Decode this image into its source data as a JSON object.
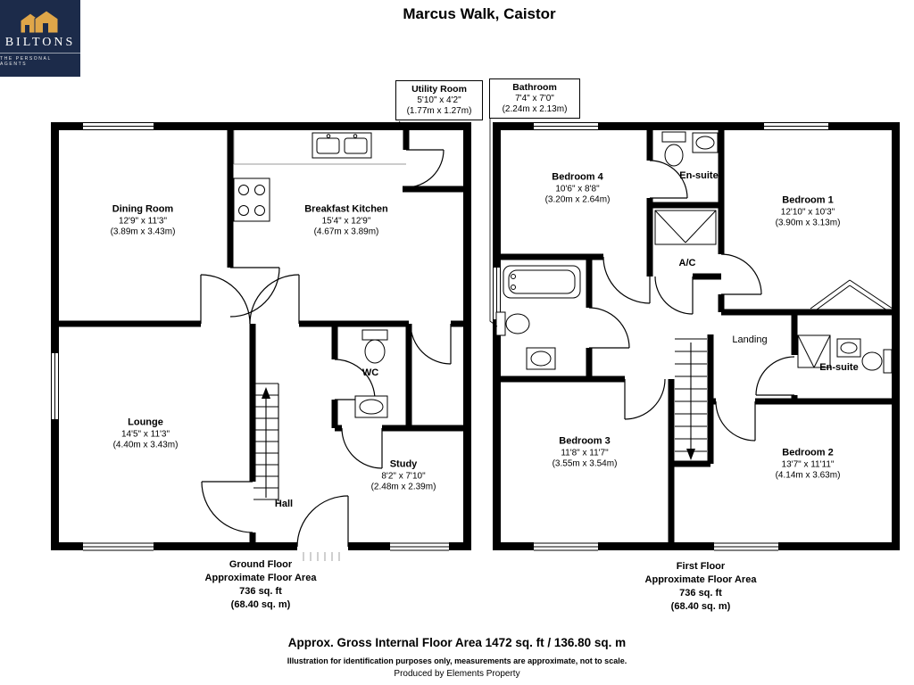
{
  "header": {
    "title": "Marcus Walk, Caistor"
  },
  "logo": {
    "name": "BILTONS",
    "tagline": "THE PERSONAL AGENTS",
    "bg": "#1c2b4a",
    "accent": "#dfa649"
  },
  "callouts": {
    "utility": {
      "name": "Utility Room",
      "imperial": "5'10\" x 4'2\"",
      "metric": "(1.77m x 1.27m)"
    },
    "bathroom": {
      "name": "Bathroom",
      "imperial": "7'4\" x 7'0\"",
      "metric": "(2.24m x 2.13m)"
    }
  },
  "ground_floor": {
    "rooms": {
      "dining": {
        "name": "Dining Room",
        "imperial": "12'9\" x 11'3\"",
        "metric": "(3.89m x 3.43m)"
      },
      "kitchen": {
        "name": "Breakfast Kitchen",
        "imperial": "15'4\" x 12'9\"",
        "metric": "(4.67m x 3.89m)"
      },
      "lounge": {
        "name": "Lounge",
        "imperial": "14'5\" x 11'3\"",
        "metric": "(4.40m x 3.43m)"
      },
      "wc": {
        "name": "WC"
      },
      "study": {
        "name": "Study",
        "imperial": "8'2\" x 7'10\"",
        "metric": "(2.48m x 2.39m)"
      },
      "hall": {
        "name": "Hall"
      }
    },
    "area_label": {
      "line1": "Ground Floor",
      "line2": "Approximate Floor Area",
      "line3": "736 sq. ft",
      "line4": "(68.40 sq. m)"
    }
  },
  "first_floor": {
    "rooms": {
      "bedroom4": {
        "name": "Bedroom 4",
        "imperial": "10'6\" x 8'8\"",
        "metric": "(3.20m x 2.64m)"
      },
      "ensuite_top": {
        "name": "En-suite"
      },
      "bedroom1": {
        "name": "Bedroom 1",
        "imperial": "12'10\" x 10'3\"",
        "metric": "(3.90m x 3.13m)"
      },
      "ac": {
        "name": "A/C"
      },
      "landing": {
        "name": "Landing"
      },
      "bedroom3": {
        "name": "Bedroom 3",
        "imperial": "11'8\" x 11'7\"",
        "metric": "(3.55m x 3.54m)"
      },
      "bedroom2": {
        "name": "Bedroom 2",
        "imperial": "13'7\" x 11'11\"",
        "metric": "(4.14m x 3.63m)"
      },
      "ensuite_right": {
        "name": "En-suite"
      }
    },
    "area_label": {
      "line1": "First Floor",
      "line2": "Approximate Floor Area",
      "line3": "736 sq. ft",
      "line4": "(68.40 sq. m)"
    }
  },
  "footer": {
    "gross": "Approx. Gross Internal Floor Area 1472 sq. ft / 136.80 sq. m",
    "disclaimer": "Illustration for identification purposes only, measurements are approximate, not to scale.",
    "credit": "Produced by Elements Property"
  }
}
